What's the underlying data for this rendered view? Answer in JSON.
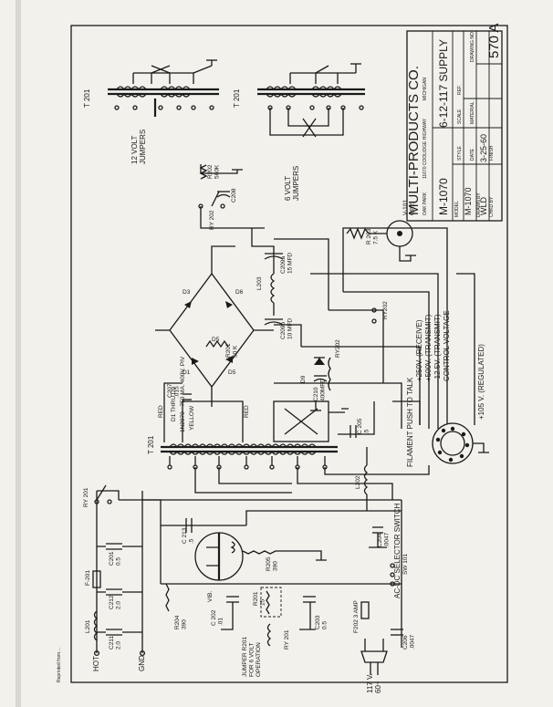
{
  "title_block": {
    "company": "MULTI-PRODUCTS CO.",
    "address_city": "OAK PARK",
    "address_street": "11670 COOLIDGE HIGHWAY",
    "address_state": "MICHIGAN",
    "model": "M-1070",
    "part_title": "6-12-117 SUPPLY",
    "model_label": "MODEL",
    "model_value": "M-1070",
    "drawn_label": "DRAWN BY",
    "drawn_value": "WLD",
    "style_label": "STYLE",
    "date_label": "DATE",
    "date_value": "3-25-60",
    "scale_label": "SCALE",
    "ref_label": "REF.",
    "material_label": "MATERIAL",
    "drawing_no_label": "DRAWING NO.",
    "drawing_no_value": "570 A",
    "checked_label": "CHKD BY",
    "finish_label": "FINISH"
  },
  "corner_print": "Reprinted from....",
  "jumpers": {
    "twelve_volt": "12 VOLT\nJUMPERS",
    "six_volt": "6 VOLT\nJUMPERS"
  },
  "transformer_labels": {
    "t201_a": "T 201",
    "t201_b": "T 201",
    "t201_main": "T 201"
  },
  "rectifier_note": {
    "line1": "D1 THRU D9",
    "line2": "1N2070 - 750 MA. 400V. PIV"
  },
  "output_lines": [
    "FILAMENT PUSH TO TALK",
    "+250V. (RECEIVE)",
    "+500V. (TRANSMIT)",
    "-12.5V. (TRANSMIT)",
    "CONTROL VOLTAGE",
    "+105 V. (REGULATED)"
  ],
  "components": {
    "r202": "R202\n560K",
    "c208": "C208",
    "ry202": "RY 202",
    "d9": "D9",
    "r203": "R 203\n7.5 K",
    "v101": "V-101\nOB2",
    "l203": "L203",
    "c209a": "C209a\n15 MFD",
    "c209b": "C209b\n10 MFD",
    "ry202b": "RY202",
    "ry202c": "RY202",
    "c210": "C210\n400MFD",
    "c207": "C207\n.015",
    "r201r": "R201\n50 K",
    "yellow": "YELLOW",
    "red1": "RED",
    "red2": "RED",
    "c205": "C 205\n.5",
    "l202": "L202",
    "d5": "D5",
    "c204": "C204\n.0047",
    "ac_dc": "AC-DC SELECTOR SWITCH",
    "sw101": "SW 101",
    "ry201": "RY 201",
    "c201": "C201\n0.5",
    "f201": "F-201",
    "l201": "L201",
    "c212": "C212\n2.0",
    "c211": "C211\n2.0",
    "c213": "C 213\n.5",
    "vib": "VIB.",
    "r205": "R205\n390",
    "r204": "R204\n390",
    "c202": "C 202\n.01",
    "r201": "R201\n15",
    "ry201b": "RY 201",
    "c203": "C203\n0.5",
    "f202": "F202 3 AMP",
    "c206": "C206\n.0047",
    "jumper": "JUMPER R201\nFOR 6 VOLT\nOPERATION",
    "hot": "HOT",
    "gnd": "GND.",
    "input": "117 V.\n60~"
  }
}
